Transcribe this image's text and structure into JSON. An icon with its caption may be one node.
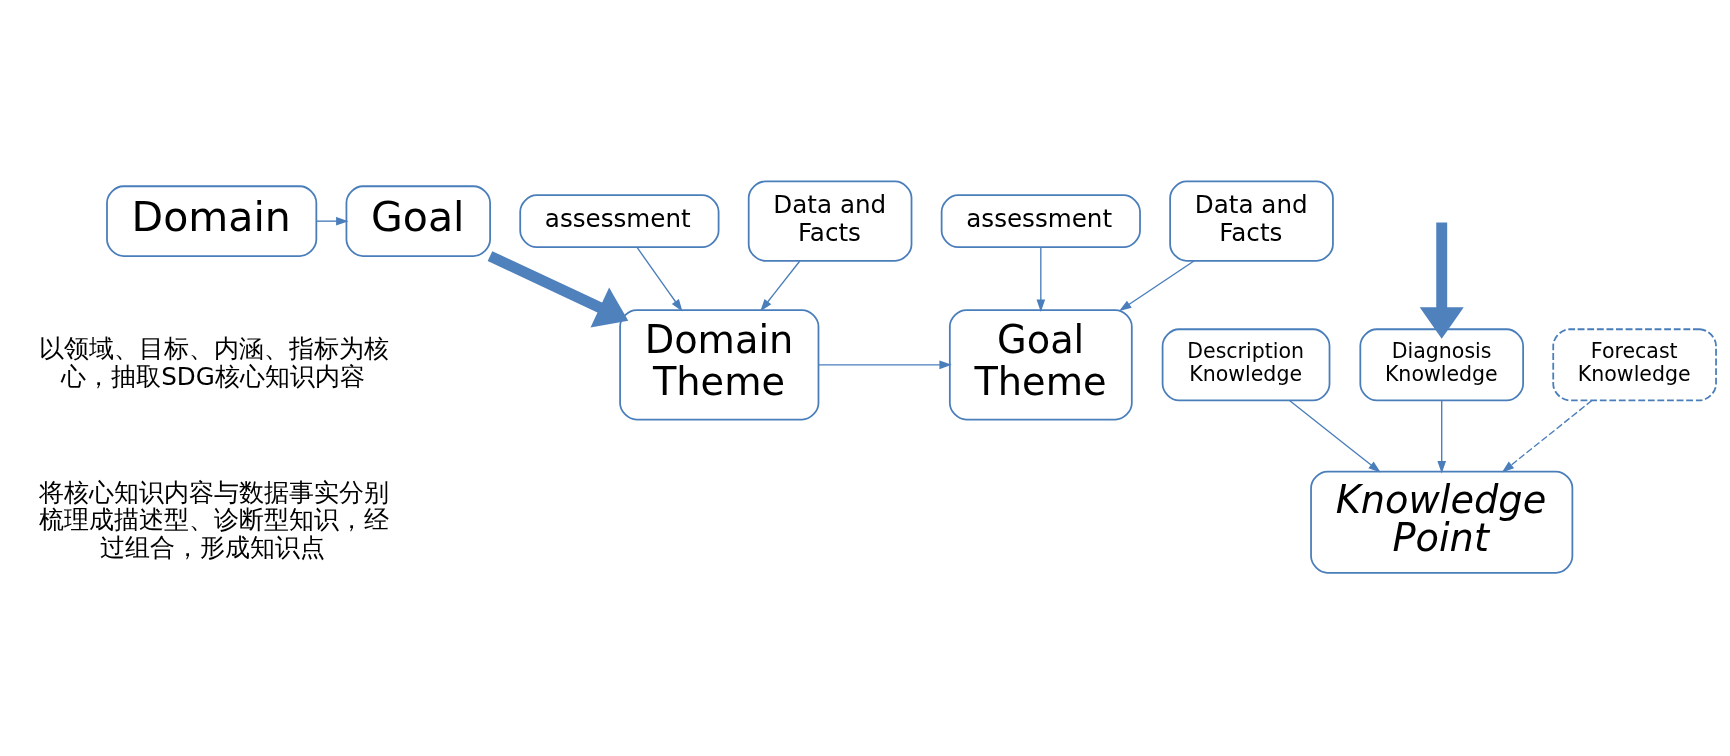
{
  "diagram": {
    "nodes": [
      {
        "text": [
          "Domain"
        ]
      },
      {
        "text": [
          "Goal"
        ]
      },
      {
        "text": [
          "Domain Theme"
        ]
      },
      {
        "text": [
          "Goal Theme"
        ]
      },
      {
        "text": [
          "assessment"
        ]
      },
      {
        "text": [
          "Data and Facts"
        ]
      },
      {
        "text": [
          "assessment"
        ]
      },
      {
        "text": [
          "Data and Facts"
        ]
      },
      {
        "text": [
          "Description Knowledge"
        ]
      },
      {
        "text": [
          "Diagnosis Knowledge"
        ]
      },
      {
        "text": [
          "Forecast Knowledge"
        ]
      },
      {
        "text": [
          "Knowledge Point"
        ]
      }
    ],
    "edges": [
      {
        "from": 0,
        "to": 1,
        "arrow": "to"
      },
      {
        "from": 1,
        "to": 2,
        "arrow": "to",
        "style": "thick"
      },
      {
        "from": 2,
        "to": 3,
        "arrow": "to"
      },
      {
        "from": 4,
        "to": 2,
        "arrow": "to"
      },
      {
        "from": 5,
        "to": 2,
        "arrow": "to"
      },
      {
        "from": 6,
        "to": 3,
        "arrow": "to"
      },
      {
        "from": 7,
        "to": 3,
        "arrow": "to"
      },
      {
        "from": null,
        "to": 9,
        "arrow": "to",
        "style": "thick"
      },
      {
        "from": 8,
        "to": 11,
        "arrow": "to"
      },
      {
        "from": 9,
        "to": 11,
        "arrow": "to"
      },
      {
        "from": 10,
        "to": 11,
        "arrow": "to",
        "style": "dashed"
      }
    ],
    "labels": [
      "以领域、目标、内涵、指标为核心，抽取SDG核心知识内容",
      "将核心知识内容与数据事实分别梳理成描述型、诊断型知识，经过组合，形成知识点"
    ]
  }
}
